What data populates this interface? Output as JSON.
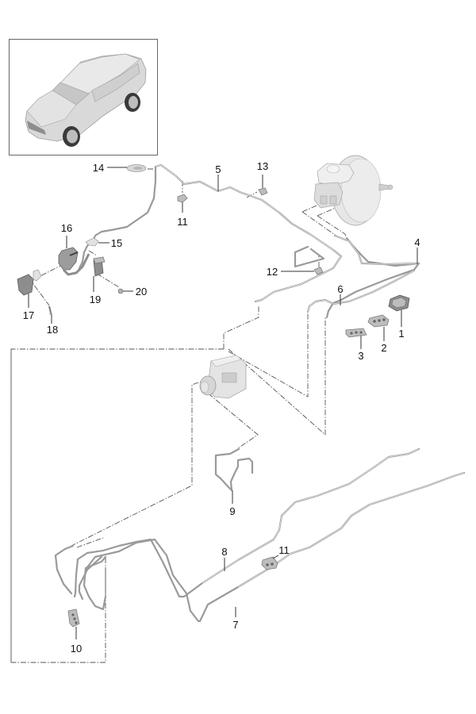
{
  "diagram": {
    "title": "Brake lines / ABS hydraulic unit exploded parts view",
    "vehicle_thumbnail": "suv-vehicle-thumbnail",
    "callouts": [
      {
        "id": "1",
        "part": "clip-bracket-large"
      },
      {
        "id": "2",
        "part": "pipe-clip-triple"
      },
      {
        "id": "3",
        "part": "pipe-clip-triple"
      },
      {
        "id": "4",
        "part": "brake-line-master-cylinder"
      },
      {
        "id": "5",
        "part": "brake-line-front-left"
      },
      {
        "id": "6",
        "part": "brake-line-front-right"
      },
      {
        "id": "7",
        "part": "brake-line-rear-long"
      },
      {
        "id": "8",
        "part": "brake-line-rear-long"
      },
      {
        "id": "9",
        "part": "brake-line-short"
      },
      {
        "id": "10",
        "part": "pipe-clip-rear"
      },
      {
        "id": "11",
        "part": "pipe-clip"
      },
      {
        "id": "12",
        "part": "pipe-clip"
      },
      {
        "id": "13",
        "part": "pipe-clip"
      },
      {
        "id": "14",
        "part": "grommet"
      },
      {
        "id": "15",
        "part": "holder"
      },
      {
        "id": "16",
        "part": "brake-hose-bracket"
      },
      {
        "id": "17",
        "part": "bracket"
      },
      {
        "id": "18",
        "part": "bolt"
      },
      {
        "id": "19",
        "part": "spring-clip"
      },
      {
        "id": "20",
        "part": "nut"
      },
      {
        "id": "11b",
        "part": "pipe-clip"
      }
    ],
    "labels": {
      "c1": "1",
      "c2": "2",
      "c3": "3",
      "c4": "4",
      "c5": "5",
      "c6": "6",
      "c7": "7",
      "c8": "8",
      "c9": "9",
      "c10": "10",
      "c11": "11",
      "c11b": "11",
      "c12": "12",
      "c13": "13",
      "c14": "14",
      "c15": "15",
      "c16": "16",
      "c17": "17",
      "c18": "18",
      "c19": "19",
      "c20": "20"
    },
    "colors": {
      "pipe": "#9a9a9a",
      "dash_line": "#555555",
      "label_text": "#111111",
      "frame": "#555555"
    }
  }
}
